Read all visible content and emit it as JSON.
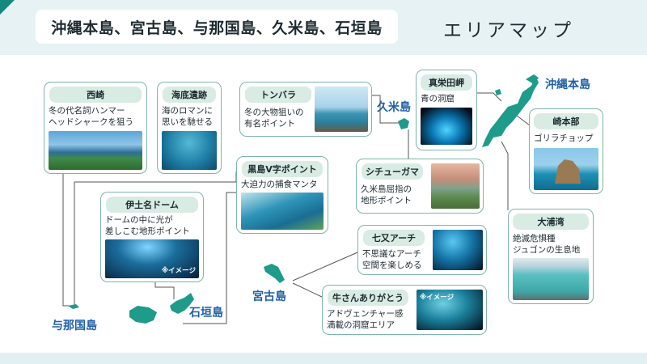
{
  "header": {
    "title": "沖縄本島、宮古島、与那国島、久米島、石垣島",
    "subtitle": "エリアマップ"
  },
  "islands": {
    "okinawa": "沖縄本島",
    "kume": "久米島",
    "miyako": "宮古島",
    "ishigaki": "石垣島",
    "yonaguni": "与那国島"
  },
  "spots": [
    {
      "id": "nishizaki",
      "title": "西崎",
      "text": "冬の代名詞ハンマー\nヘッドシャークを狙う",
      "note": ""
    },
    {
      "id": "kaitei",
      "title": "海底遺跡",
      "text": "海のロマンに\n思いを馳せる",
      "note": ""
    },
    {
      "id": "itona",
      "title": "伊土名ドーム",
      "text": "ドームの中に光が\n差しこむ地形ポイント",
      "note": "※イメージ"
    },
    {
      "id": "kuroshima",
      "title": "黒島V字ポイント",
      "text": "大迫力の捕食マンタ",
      "note": ""
    },
    {
      "id": "tonbara",
      "title": "トンバラ",
      "text": "冬の大物狙いの\n有名ポイント",
      "note": ""
    },
    {
      "id": "maeda",
      "title": "真栄田岬",
      "text": "青の洞窟",
      "note": ""
    },
    {
      "id": "shichuu",
      "title": "シチューガマ",
      "text": "久米島屈指の\n地形ポイント",
      "note": ""
    },
    {
      "id": "sakimotobu",
      "title": "崎本部",
      "text": "ゴリラチョップ",
      "note": ""
    },
    {
      "id": "oura",
      "title": "大浦湾",
      "text": "絶滅危惧種\nジュゴンの生息地",
      "note": ""
    },
    {
      "id": "nanamata",
      "title": "七又アーチ",
      "text": "不思議なアーチ\n空間を楽しめる",
      "note": ""
    },
    {
      "id": "ushisan",
      "title": "牛さんありがとう",
      "text": "アドヴェンチャー感\n満載の洞窟エリア",
      "note": "※イメージ"
    }
  ],
  "colors": {
    "accent": "#13897f",
    "island": "#1e9b8a",
    "label_blue": "#1f5fa8",
    "card_border": "#7fb4ab",
    "title_bg": "#d8ece3"
  }
}
